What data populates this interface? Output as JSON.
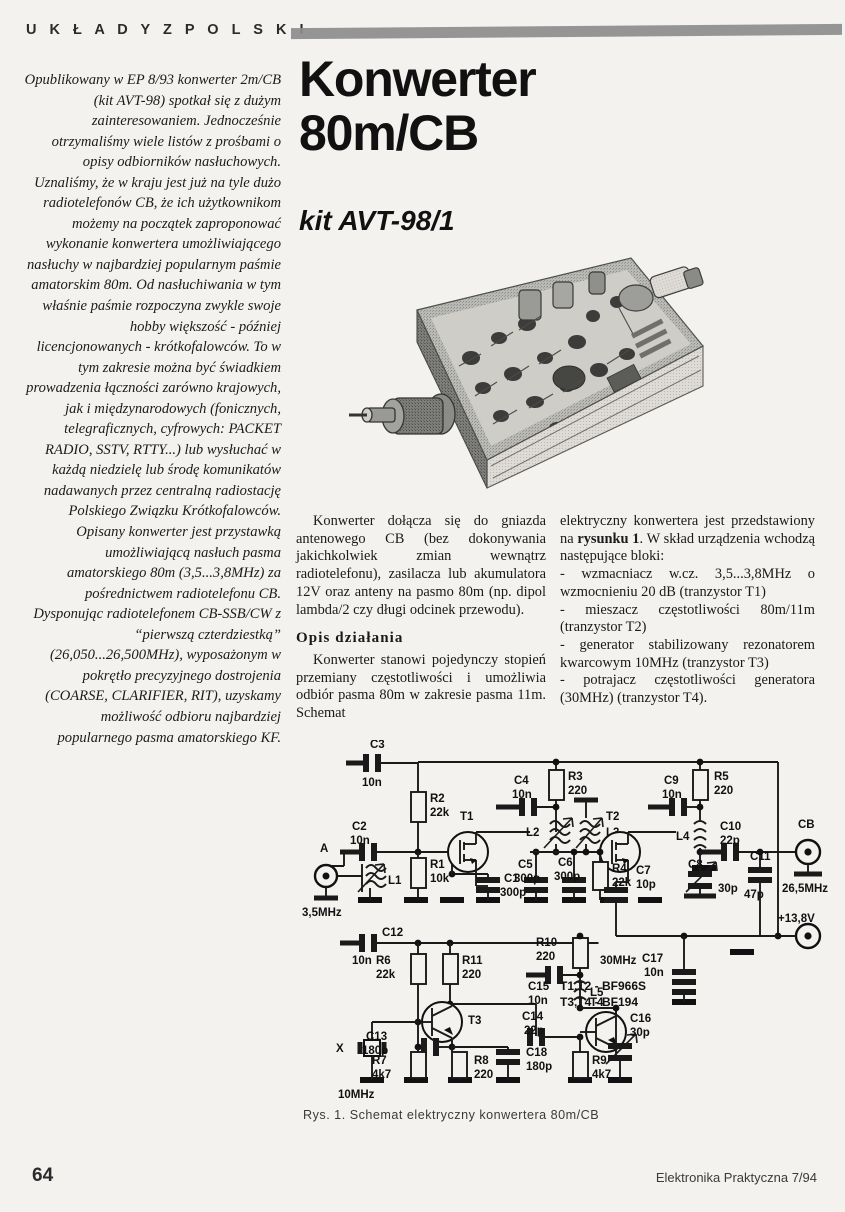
{
  "running_head": "U K Ł A D Y   Z   P O L S K I",
  "title": {
    "line1": "Konwerter",
    "line2": "80m/CB",
    "subtitle": "kit  AVT-98/1"
  },
  "photo": {
    "alt": "Zdjęcie konwertera 80m/CB w obudowie blaszanej z gniazdem BNC"
  },
  "lead_paragraphs": [
    "Opublikowany w EP 8/93 konwerter 2m/CB (kit AVT-98) spotkał się z dużym zainteresowaniem. Jednocześnie otrzymaliśmy wiele listów z prośbami o opisy odbiorników nasłuchowych. Uznaliśmy, że w kraju jest już na tyle dużo radiotelefonów CB, że ich użytkownikom możemy na początek zaproponować wykonanie konwertera umożliwiającego nasłuchy w najbardziej popularnym paśmie amatorskim 80m. Od nasłuchiwania w tym właśnie paśmie rozpoczyna zwykle swoje hobby większość - później licencjonowanych - krótkofalowców. To w tym zakresie można być świadkiem prowadzenia łączności zarówno krajowych, jak i międzynarodowych (fonicznych, telegraficznych, cyfrowych: PACKET RADIO, SSTV, RTTY...) lub wysłuchać w każdą niedzielę lub środę komunikatów nadawanych przez centralną radiostację Polskiego Związku Krótkofalowców.",
    "Opisany konwerter jest przystawką umożliwiającą nasłuch pasma amatorskiego 80m (3,5...3,8MHz) za pośrednictwem radiotelefonu CB. Dysponując radiotelefonem CB-SSB/CW z “pierwszą czterdziestką” (26,050...26,500MHz), wyposażonym w pokrętło precyzyjnego dostrojenia (COARSE, CLARIFIER, RIT), uzyskamy możliwość odbioru najbardziej popularnego pasma amatorskiego KF."
  ],
  "body": {
    "mid_para1": "Konwerter dołącza się do gniazda antenowego CB (bez dokonywania jakichkolwiek zmian wewnątrz radiotelefonu), zasilacza lub akumulatora 12V oraz anteny na pasmo 80m (np. dipol lambda/2 czy długi odcinek przewodu).",
    "section_heading": "Opis działania",
    "mid_para2": "Konwerter stanowi pojedynczy stopień przemiany częstotliwości i umożliwia odbiór pasma 80m w zakresie pasma 11m. Schemat",
    "right_para1_a": "elektryczny konwertera jest przedstawiony na ",
    "right_para1_bold": "rysunku 1",
    "right_para1_b": ". W skład urządzenia wchodzą następujące bloki:",
    "bullets": [
      "- wzmacniacz w.cz. 3,5...3,8MHz o wzmocnieniu 20 dB (tranzystor T1)",
      "- mieszacz częstotliwości 80m/11m (tranzystor T2)",
      "- generator stabilizowany rezonatorem kwarcowym 10MHz (tranzystor T3)",
      "- potrajacz częstotliwości generatora (30MHz) (tranzystor T4)."
    ]
  },
  "figure": {
    "caption": "Rys. 1. Schemat elektryczny konwertera 80m/CB",
    "note_line1": "T1,T2  -  BF966S",
    "note_line2": "T3,T4  -  BF194",
    "ports": [
      {
        "name": "A",
        "value": "3,5MHz"
      },
      {
        "name": "CB",
        "value": "26,5MHz"
      },
      {
        "name": "X",
        "value": "10MHz"
      },
      {
        "name": "V",
        "value": "+13,8V"
      }
    ],
    "node_labels": [
      "30MHz"
    ],
    "components": [
      {
        "ref": "C1",
        "value": "300p"
      },
      {
        "ref": "C2",
        "value": "10n"
      },
      {
        "ref": "C3",
        "value": "10n"
      },
      {
        "ref": "C4",
        "value": "10n"
      },
      {
        "ref": "C5",
        "value": "300p"
      },
      {
        "ref": "C6",
        "value": "300p"
      },
      {
        "ref": "C7",
        "value": "10p"
      },
      {
        "ref": "C8",
        "value": "30p"
      },
      {
        "ref": "C9",
        "value": "10n"
      },
      {
        "ref": "C10",
        "value": "22p"
      },
      {
        "ref": "C11",
        "value": "47p"
      },
      {
        "ref": "C12",
        "value": "10n"
      },
      {
        "ref": "C13",
        "value": "180p"
      },
      {
        "ref": "C14",
        "value": "22p"
      },
      {
        "ref": "C15",
        "value": "10n"
      },
      {
        "ref": "C16",
        "value": "30p"
      },
      {
        "ref": "C17",
        "value": "10n"
      },
      {
        "ref": "C18",
        "value": "180p"
      },
      {
        "ref": "R1",
        "value": "10k"
      },
      {
        "ref": "R2",
        "value": "22k"
      },
      {
        "ref": "R3",
        "value": "220"
      },
      {
        "ref": "R4",
        "value": "22k"
      },
      {
        "ref": "R5",
        "value": "220"
      },
      {
        "ref": "R6",
        "value": "22k"
      },
      {
        "ref": "R7",
        "value": "4k7"
      },
      {
        "ref": "R8",
        "value": "220"
      },
      {
        "ref": "R9",
        "value": "4k7"
      },
      {
        "ref": "R10",
        "value": "220"
      },
      {
        "ref": "R11",
        "value": "220"
      },
      {
        "ref": "L1",
        "value": ""
      },
      {
        "ref": "L2",
        "value": ""
      },
      {
        "ref": "L3",
        "value": ""
      },
      {
        "ref": "L4",
        "value": ""
      },
      {
        "ref": "L5",
        "value": ""
      },
      {
        "ref": "T1",
        "value": ""
      },
      {
        "ref": "T2",
        "value": ""
      },
      {
        "ref": "T3",
        "value": ""
      },
      {
        "ref": "T4",
        "value": ""
      }
    ]
  },
  "footer": {
    "page_number": "64",
    "publication": "Elektronika Praktyczna 7/94"
  }
}
